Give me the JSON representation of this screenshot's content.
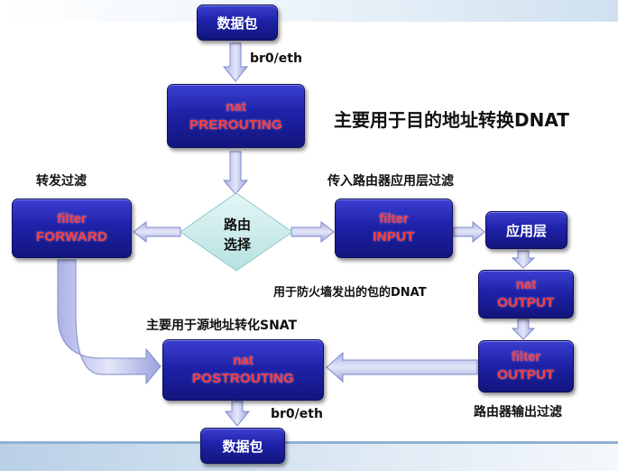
{
  "nodes": {
    "packet_in": "数据包",
    "prerouting": {
      "table": "nat",
      "chain": "PREROUTING"
    },
    "routing_decision": {
      "line1": "路由",
      "line2": "选择"
    },
    "forward": {
      "table": "filter",
      "chain": "FORWARD"
    },
    "input": {
      "table": "filter",
      "chain": "INPUT"
    },
    "application_layer": "应用层",
    "output_nat": {
      "table": "nat",
      "chain": "OUTPUT"
    },
    "output_filter": {
      "table": "filter",
      "chain": "OUTPUT"
    },
    "postrouting": {
      "table": "nat",
      "chain": "POSTROUTING"
    },
    "packet_out": "数据包"
  },
  "labels": {
    "iface_in": "br0/eth",
    "iface_out": "br0/eth",
    "prerouting_note": "主要用于目的地址转换DNAT",
    "forward_note": "转发过滤",
    "input_note": "传入路由器应用层过滤",
    "output_nat_note": "用于防火墙发出的包的DNAT",
    "postrouting_note": "主要用于源地址转化SNAT",
    "output_filter_note": "路由器输出过滤"
  },
  "colors": {
    "node_fill": "#1f22a8",
    "node_text": "#ff3a3a",
    "arrow_fill": "#c8cdf0",
    "diamond_fill": "#cfeeee"
  }
}
